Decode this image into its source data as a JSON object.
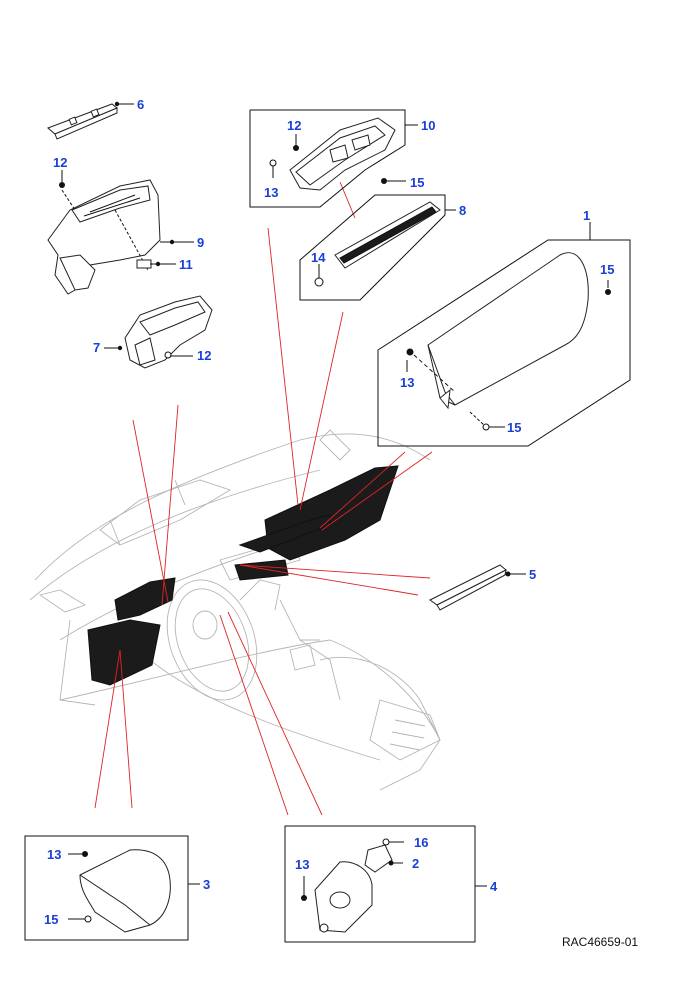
{
  "callouts": {
    "c1": "1",
    "c2": "2",
    "c3": "3",
    "c4": "4",
    "c5": "5",
    "c6": "6",
    "c7": "7",
    "c8": "8",
    "c9": "9",
    "c10": "10",
    "c11": "11",
    "c12a": "12",
    "c12b": "12",
    "c12c": "12",
    "c13a": "13",
    "c13b": "13",
    "c13c": "13",
    "c13d": "13",
    "c14": "14",
    "c15a": "15",
    "c15b": "15",
    "c15c": "15",
    "c15d": "15",
    "c16": "16"
  },
  "reference_code": "RAC46659-01",
  "colors": {
    "callout_text": "#1a3fd6",
    "leader_lines": "#e02424",
    "trim_panels": "#1b1b1b",
    "vehicle_outline": "#b5b5b5"
  }
}
